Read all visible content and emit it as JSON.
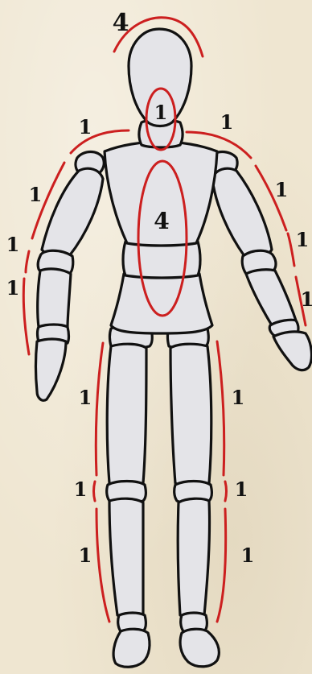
{
  "labels": {
    "head": "4",
    "neck": "1",
    "torso": "4",
    "shoulder_left": "1",
    "shoulder_right": "1",
    "upper_arm_left": "1",
    "upper_arm_right": "1",
    "elbow_left": "1",
    "elbow_right": "1",
    "forearm_left": "1",
    "forearm_right": "1",
    "thigh_left": "1",
    "thigh_right": "1",
    "knee_left": "1",
    "knee_right": "1",
    "shin_left": "1",
    "shin_right": "1"
  },
  "colors": {
    "background": "#efe6d1",
    "figure_fill": "#e4e4e8",
    "outline": "#111111",
    "marker": "#cc1f1f"
  }
}
